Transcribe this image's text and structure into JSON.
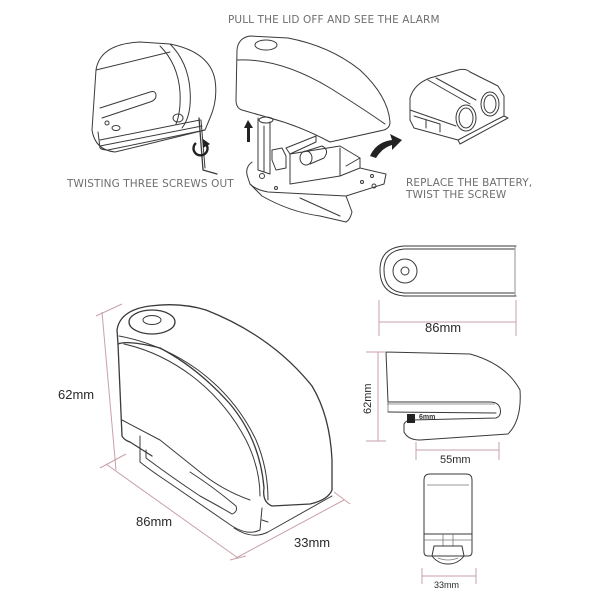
{
  "captions": {
    "top": "PULL THE LID OFF AND SEE THE ALARM",
    "left": "TWISTING THREE SCREWS OUT",
    "right_line1": "REPLACE THE BATTERY,",
    "right_line2": "TWIST THE SCREW"
  },
  "main_view": {
    "height_label": "62mm",
    "length_label": "86mm",
    "width_label": "33mm"
  },
  "top_view": {
    "length_label": "86mm"
  },
  "side_view": {
    "height_label": "62mm",
    "pin_label": "6mm",
    "slot_label": "55mm"
  },
  "front_view": {
    "width_label": "33mm"
  },
  "icons": {
    "rotate": "rotate-arrow-icon",
    "up": "up-arrow-icon",
    "curve": "curved-arrow-icon",
    "allen_key": "allen-key-icon"
  },
  "colors": {
    "line": "#3a3a3a",
    "dimension_line": "#c9a0a8",
    "caption_text": "#6e6e6e",
    "label_text": "#2a2a2a"
  }
}
